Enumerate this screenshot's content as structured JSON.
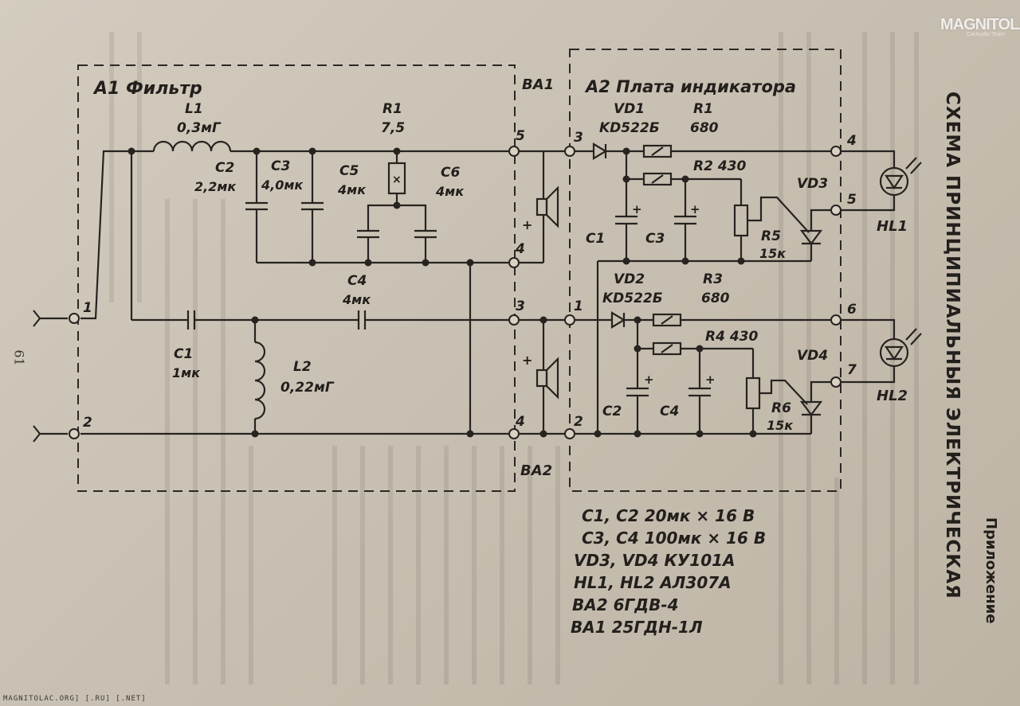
{
  "watermark": {
    "brand": "MAGNITOLA",
    "sub": "CarAudio Team"
  },
  "footer": "MAGNITOLAC.ORG] [.RU] [.NET]",
  "page_number": "61",
  "side_title": {
    "line1": "СХЕМА ПРИНЦИПИАЛЬНЫЯ ЭЛЕКТРИЧЕСКАЯ",
    "line2": "Приложение"
  },
  "blocks": {
    "a1": "А1 Фильтр",
    "a2": "А2 Плата индикатора",
    "ba1": "ВА1",
    "ba2": "ВА2"
  },
  "filter": {
    "l1_name": "L1",
    "l1_val": "0,3мГ",
    "c2_name": "C2",
    "c2_val": "2,2мк",
    "c3_name": "C3",
    "c3_val": "4,0мк",
    "c5_name": "C5",
    "c5_val": "4мк",
    "c6_name": "C6",
    "c6_val": "4мк",
    "r1_name": "R1",
    "r1_val": "7,5",
    "c4_name": "C4",
    "c4_val": "4мк",
    "c1_name": "C1",
    "c1_val": "1мк",
    "l2_name": "L2",
    "l2_val": "0,22мГ"
  },
  "indicator": {
    "vd1_name": "VD1",
    "vd1_val": "KD522Б",
    "r1_name": "R1",
    "r1_val": "680",
    "r2": "R2 430",
    "vd3": "VD3",
    "c1": "C1",
    "c3": "C3",
    "r5_name": "R5",
    "r5_val": "15к",
    "vd2_name": "VD2",
    "vd2_val": "KD522Б",
    "r3_name": "R3",
    "r3_val": "680",
    "r4": "R4 430",
    "vd4": "VD4",
    "c2": "C2",
    "c4": "C4",
    "r6_name": "R6",
    "r6_val": "15к",
    "hl1": "HL1",
    "hl2": "HL2"
  },
  "pins": {
    "in1": "1",
    "in2": "2",
    "f5": "5",
    "f4a": "4",
    "f3": "3",
    "f4b": "4",
    "i3": "3",
    "i1": "1",
    "i2": "2",
    "o4": "4",
    "o5": "5",
    "o6": "6",
    "o7": "7"
  },
  "parts_list": [
    "C1, C2  20мк × 16 В",
    "C3, C4  100мк × 16 В",
    "VD3, VD4  КУ101А",
    "HL1, HL2  АЛ307А",
    "ВА2  6ГДВ-4",
    "ВА1  25ГДН-1Л"
  ]
}
